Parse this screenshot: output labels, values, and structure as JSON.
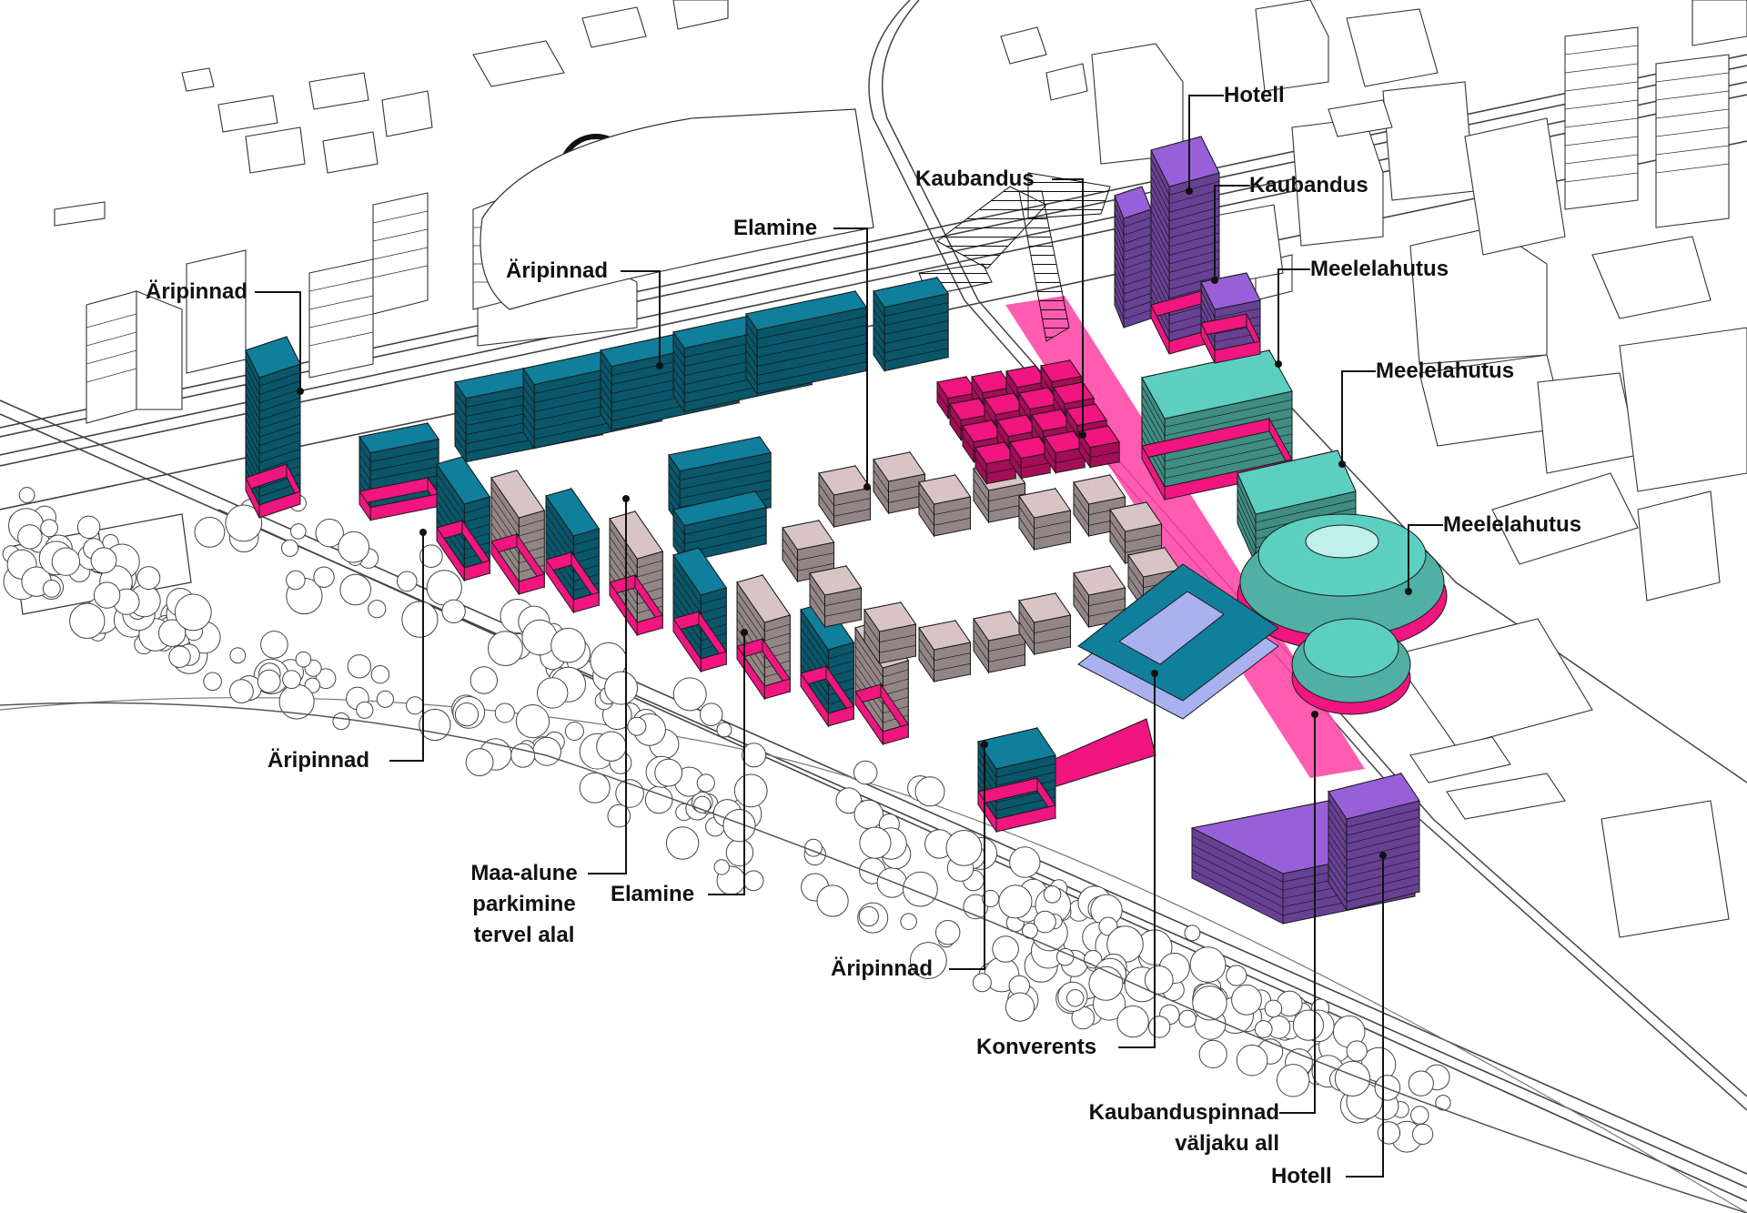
{
  "colors": {
    "business": "#0f7f9c",
    "commerce": "#f0157f",
    "housing": "#d8c4c4",
    "entertainment": "#5dcfc0",
    "hotel": "#9760d8",
    "conference": "#a9b2ee",
    "plaza": "#ff5ab0",
    "context_line": "#333333"
  },
  "labels": {
    "aripinnad_1": "Äripinnad",
    "aripinnad_2": "Äripinnad",
    "aripinnad_3": "Äripinnad",
    "aripinnad_4": "Äripinnad",
    "elamine_1": "Elamine",
    "elamine_2": "Elamine",
    "kaubandus_1": "Kaubandus",
    "kaubandus_2": "Kaubandus",
    "hotell_1": "Hotell",
    "hotell_2": "Hotell",
    "meelelahutus_1": "Meelelahutus",
    "meelelahutus_2": "Meelelahutus",
    "meelelahutus_3": "Meelelahutus",
    "konverents": "Konverents",
    "parkimine": "Maa-alune\nparkimine\ntervel alal",
    "kaubanduspinnad": "Kaubanduspinnad\nväljaku all"
  }
}
